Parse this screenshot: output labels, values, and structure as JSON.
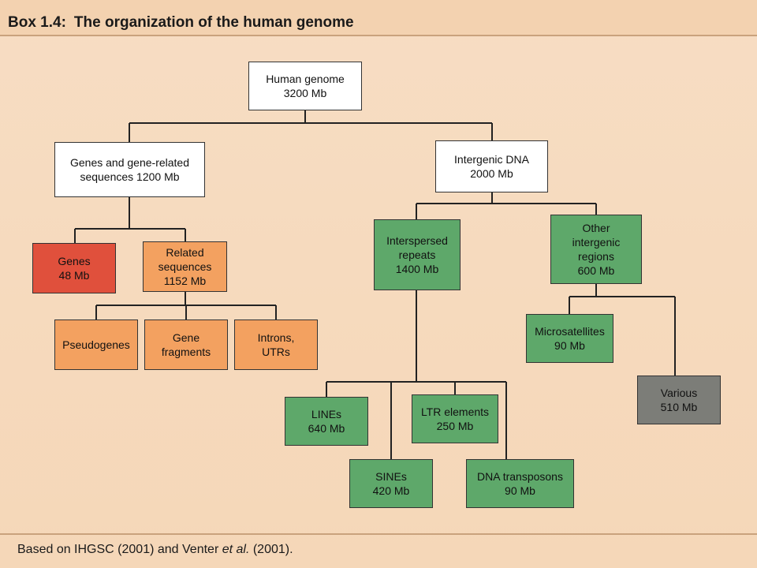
{
  "title": {
    "box_label": "Box 1.4:",
    "text": "The organization of the human genome"
  },
  "footer": {
    "prefix": "Based on IHGSC (2001) and Venter ",
    "italic": "et al.",
    "suffix": " (2001)."
  },
  "colors": {
    "root_and_level1": "#ffffff",
    "genes": "#e0503c",
    "gene_related": "#f3a160",
    "intergenic": "#5ea86a",
    "various": "#7c7d78"
  },
  "nodes": {
    "human_genome": {
      "line1": "Human genome",
      "line2": "3200 Mb"
    },
    "genes_related": {
      "line1": "Genes and gene-related",
      "line2": "sequences 1200 Mb"
    },
    "intergenic": {
      "line1": "Intergenic DNA",
      "line2": "2000 Mb"
    },
    "genes": {
      "line1": "Genes",
      "line2": "48 Mb"
    },
    "related": {
      "line1": "Related",
      "line2": "sequences",
      "line3": "1152 Mb"
    },
    "pseudogenes": {
      "line1": "Pseudogenes"
    },
    "gene_fragments": {
      "line1": "Gene",
      "line2": "fragments"
    },
    "introns": {
      "line1": "Introns,",
      "line2": "UTRs"
    },
    "interspersed": {
      "line1": "Interspersed",
      "line2": "repeats",
      "line3": "1400 Mb"
    },
    "other_intergenic": {
      "line1": "Other",
      "line2": "intergenic",
      "line3": "regions",
      "line4": "600 Mb"
    },
    "microsatellites": {
      "line1": "Microsatellites",
      "line2": "90 Mb"
    },
    "various": {
      "line1": "Various",
      "line2": "510 Mb"
    },
    "lines": {
      "line1": "LINEs",
      "line2": "640 Mb"
    },
    "ltr": {
      "line1": "LTR elements",
      "line2": "250 Mb"
    },
    "sines": {
      "line1": "SINEs",
      "line2": "420 Mb"
    },
    "dna_transposons": {
      "line1": "DNA transposons",
      "line2": "90 Mb"
    }
  }
}
